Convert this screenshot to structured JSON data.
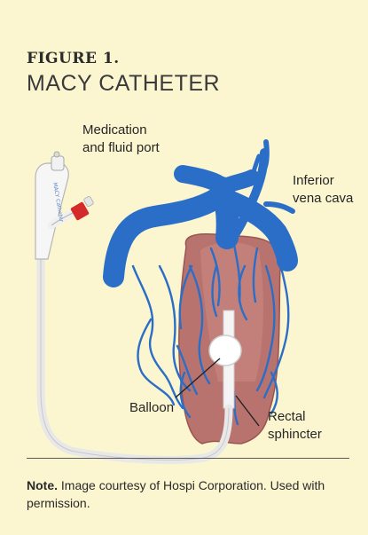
{
  "figure": {
    "label": "FIGURE 1.",
    "title": "MACY CATHETER"
  },
  "labels": {
    "port_line1": "Medication",
    "port_line2": "and fluid port",
    "ivc_line1": "Inferior",
    "ivc_line2": "vena cava",
    "balloon": "Balloon",
    "sphincter_line1": "Rectal",
    "sphincter_line2": "sphincter"
  },
  "device_text": "MACY Catheter",
  "note": {
    "prefix": "Note.",
    "text": " Image courtesy of Hospi Corporation. Used with permission."
  },
  "colors": {
    "background": "#fbf5d0",
    "vein": "#2a6ec8",
    "rectum": "#b9736e",
    "catheter_port": "#d42a2a"
  }
}
